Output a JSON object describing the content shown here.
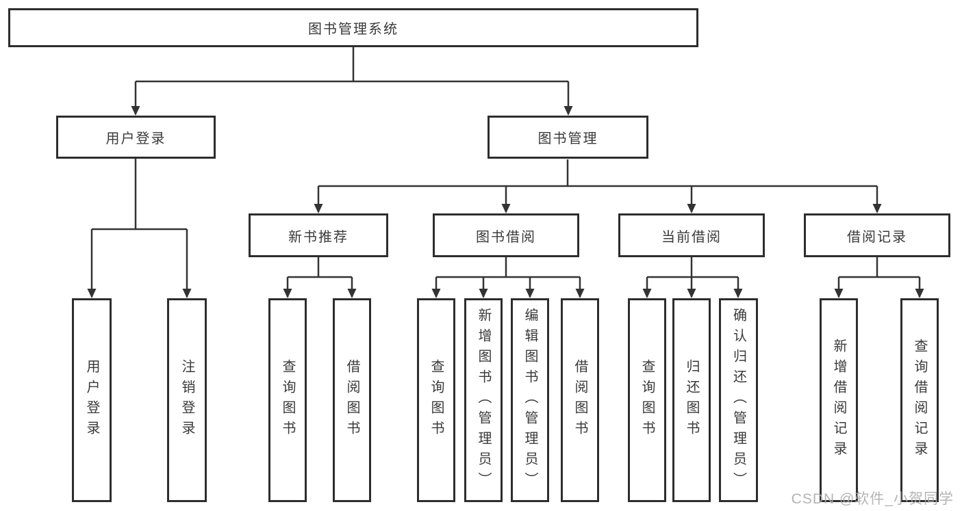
{
  "tree": {
    "label": "图书管理系统",
    "children": [
      {
        "label": "用户登录",
        "children": [
          {
            "label": "用户登录"
          },
          {
            "label": "注销登录"
          }
        ]
      },
      {
        "label": "图书管理",
        "children": [
          {
            "label": "新书推荐",
            "children": [
              {
                "label": "查询图书"
              },
              {
                "label": "借阅图书"
              }
            ]
          },
          {
            "label": "图书借阅",
            "children": [
              {
                "label": "查询图书"
              },
              {
                "label": "新增图书（管理员）"
              },
              {
                "label": "编辑图书（管理员）"
              },
              {
                "label": "借阅图书"
              }
            ]
          },
          {
            "label": "当前借阅",
            "children": [
              {
                "label": "查询图书"
              },
              {
                "label": "归还图书"
              },
              {
                "label": "确认归还（管理员）"
              }
            ]
          },
          {
            "label": "借阅记录",
            "children": [
              {
                "label": "新增借阅记录"
              },
              {
                "label": "查询借阅记录"
              }
            ]
          }
        ]
      }
    ]
  },
  "watermark": {
    "text": "CSDN @软件_小贺同学"
  },
  "colors": {
    "line": "#333333",
    "box_border": "#2d2d2d",
    "text": "#3a3a3a",
    "watermark": "#acacac"
  }
}
